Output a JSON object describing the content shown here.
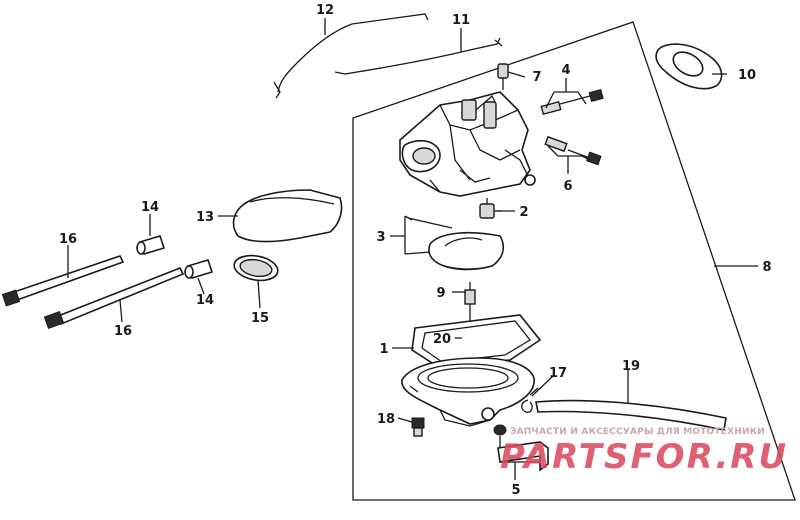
{
  "diagram": {
    "part_numbers": [
      "1",
      "2",
      "3",
      "4",
      "5",
      "6",
      "7",
      "8",
      "9",
      "10",
      "11",
      "12",
      "13",
      "14",
      "14",
      "15",
      "16",
      "16",
      "17",
      "18",
      "19",
      "20"
    ]
  },
  "watermark": {
    "top_text": "ЗАПЧАСТИ И АКСЕССУАРЫ ДЛЯ МОТОТЕХНИКИ",
    "brand_text": "PARTSFOR.RU",
    "brand_color": "#d9455a"
  }
}
